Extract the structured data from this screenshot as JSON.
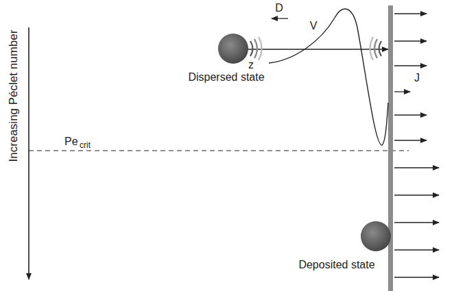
{
  "diagram": {
    "labels": [
      "Increasing Péclet number",
      "Pe",
      "crit",
      "D",
      "V",
      "z",
      "J",
      "Dispersed state",
      "Deposited state"
    ]
  }
}
